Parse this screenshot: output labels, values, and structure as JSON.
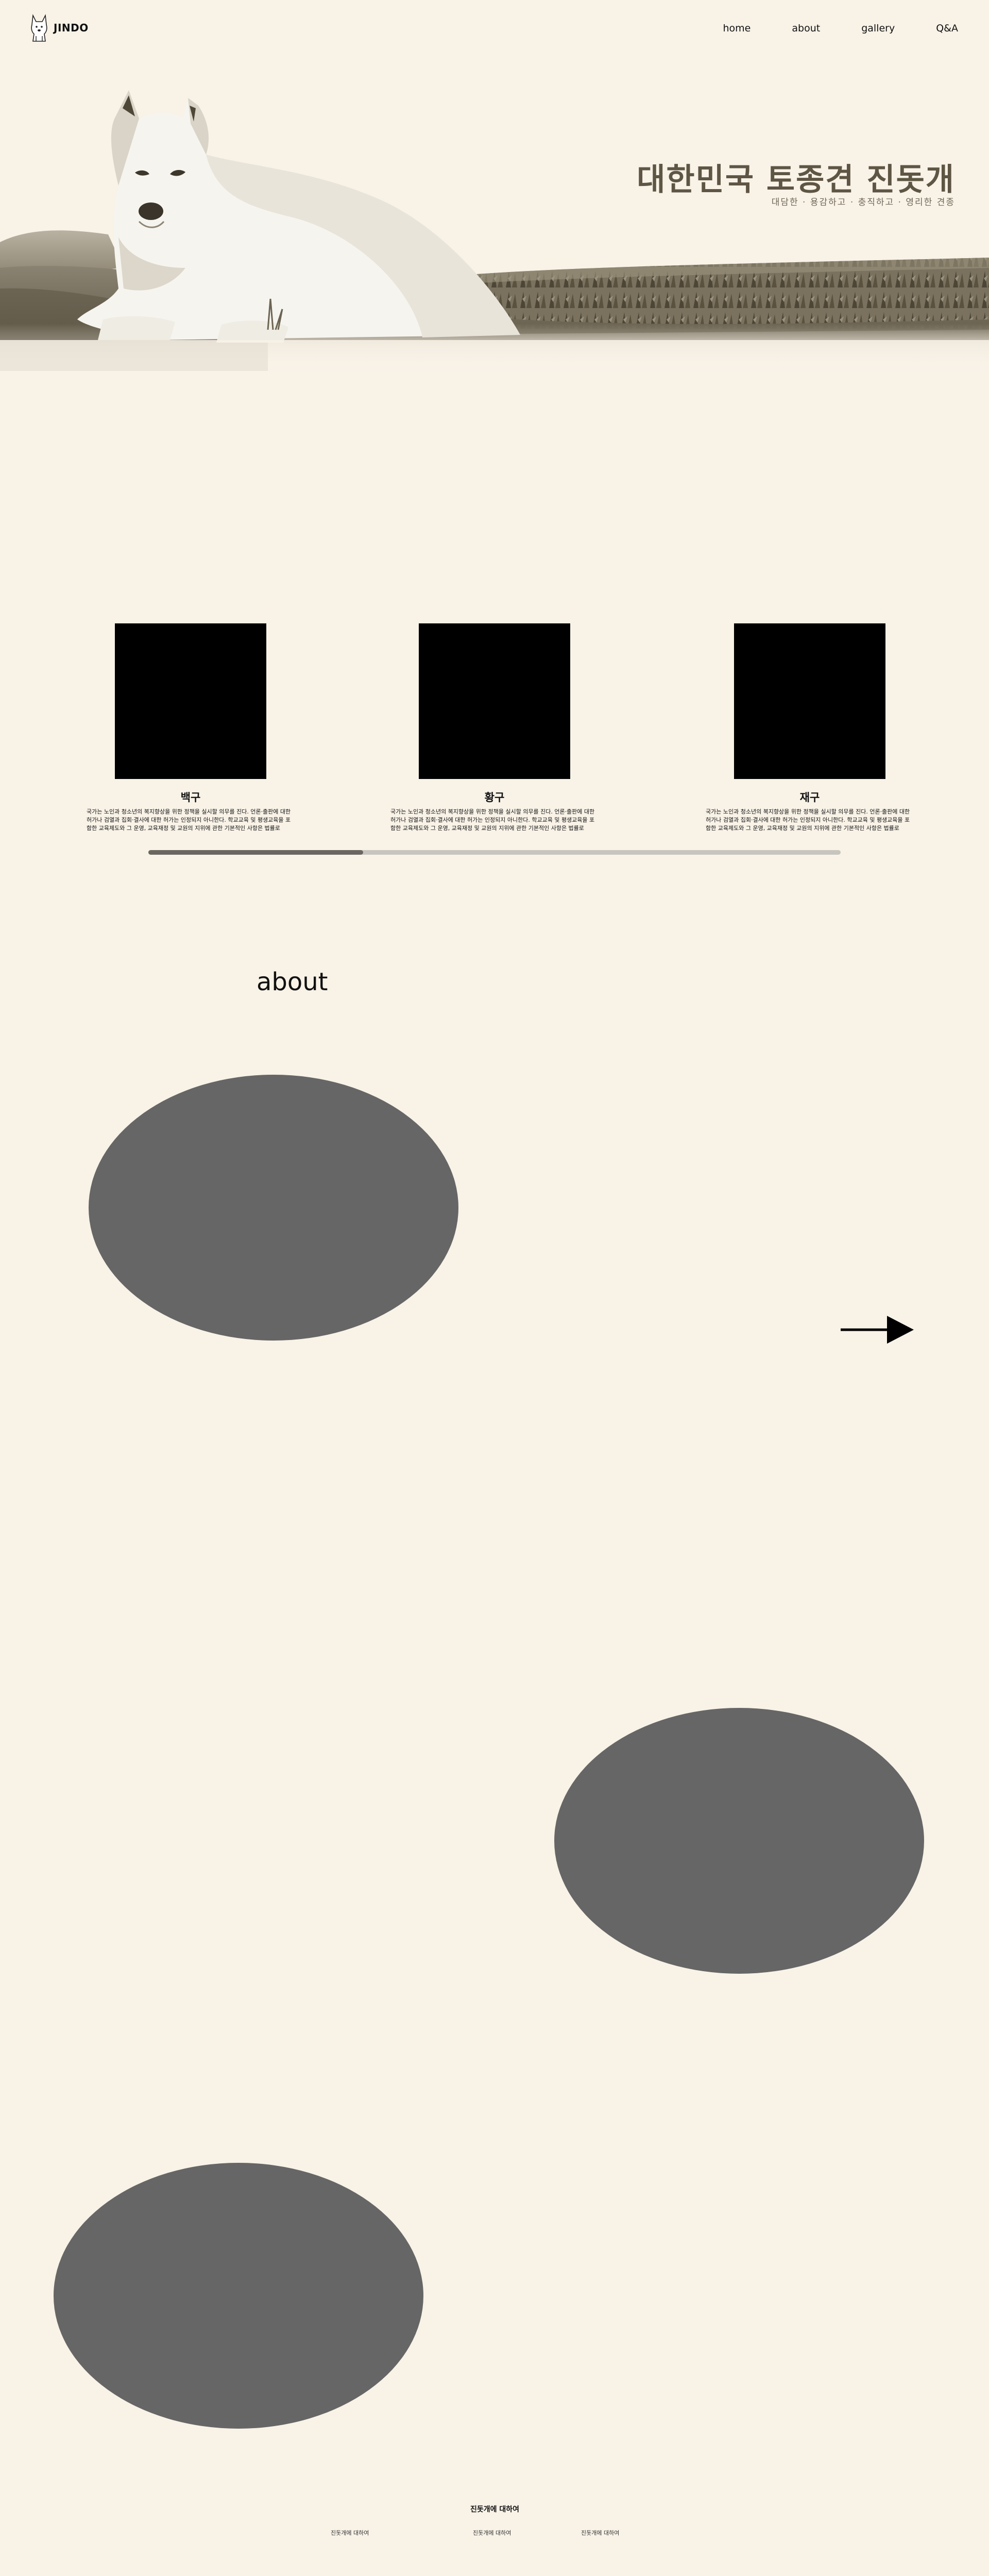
{
  "header": {
    "logo_text": "JINDO",
    "nav": [
      "home",
      "about",
      "gallery",
      "Q&A"
    ]
  },
  "hero": {
    "title": "대한민국 토종견 진돗개",
    "subtitle": "대담한 · 용감하고 · 충직하고 · 영리한 견종"
  },
  "breeds": [
    {
      "name": "백구",
      "description": "국가는 노인과 청소년의 복지향상을 위한 정책을 실시할 의무를 진다. 언론·출판에 대한 허가나 검열과 집회·결사에 대한 허가는 인정되지 아니한다. 학교교육 및 평생교육을 포함한 교육제도와 그 운영, 교육재정 및 교원의 지위에 관한 기본적인 사항은 법률로"
    },
    {
      "name": "황구",
      "description": "국가는 노인과 청소년의 복지향상을 위한 정책을 실시할 의무를 진다. 언론·출판에 대한 허가나 검열과 집회·결사에 대한 허가는 인정되지 아니한다. 학교교육 및 평생교육을 포함한 교육제도와 그 운영, 교육재정 및 교원의 지위에 관한 기본적인 사항은 법률로"
    },
    {
      "name": "재구",
      "description": "국가는 노인과 청소년의 복지향상을 위한 정책을 실시할 의무를 진다. 언론·출판에 대한 허가나 검열과 집회·결사에 대한 허가는 인정되지 아니한다. 학교교육 및 평생교육을 포함한 교육제도와 그 운영, 교육재정 및 교원의 지위에 관한 기본적인 사항은 법률로"
    }
  ],
  "slider": {
    "position_fraction": 0.31
  },
  "about": {
    "heading": "about"
  },
  "footer": {
    "title": "진돗개에 대하여",
    "links": [
      "진돗개에 대하여",
      "진돗개에 대하여",
      "진돗개에 대하여"
    ]
  },
  "colors": {
    "background": "#f8f2e7",
    "hero_title": "#5e5544",
    "placeholder_circle": "#666666",
    "card_image": "#000000",
    "slider_track": "#c8c5bf",
    "slider_thumb": "#6b6760"
  }
}
